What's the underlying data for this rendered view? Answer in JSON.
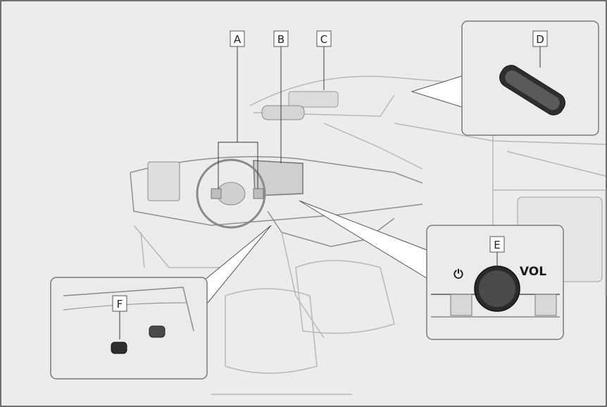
{
  "callouts": [
    {
      "id": "A",
      "label": "A"
    },
    {
      "id": "B",
      "label": "B"
    },
    {
      "id": "C",
      "label": "C"
    },
    {
      "id": "D",
      "label": "D"
    },
    {
      "id": "E",
      "label": "E"
    },
    {
      "id": "F",
      "label": "F"
    }
  ],
  "inset_e": {
    "power_symbol": "⏻",
    "volume_text": "VOL"
  },
  "colors": {
    "background": "#ececec",
    "inset_fill": "#ebebeb",
    "line": "#3a3a3a"
  }
}
